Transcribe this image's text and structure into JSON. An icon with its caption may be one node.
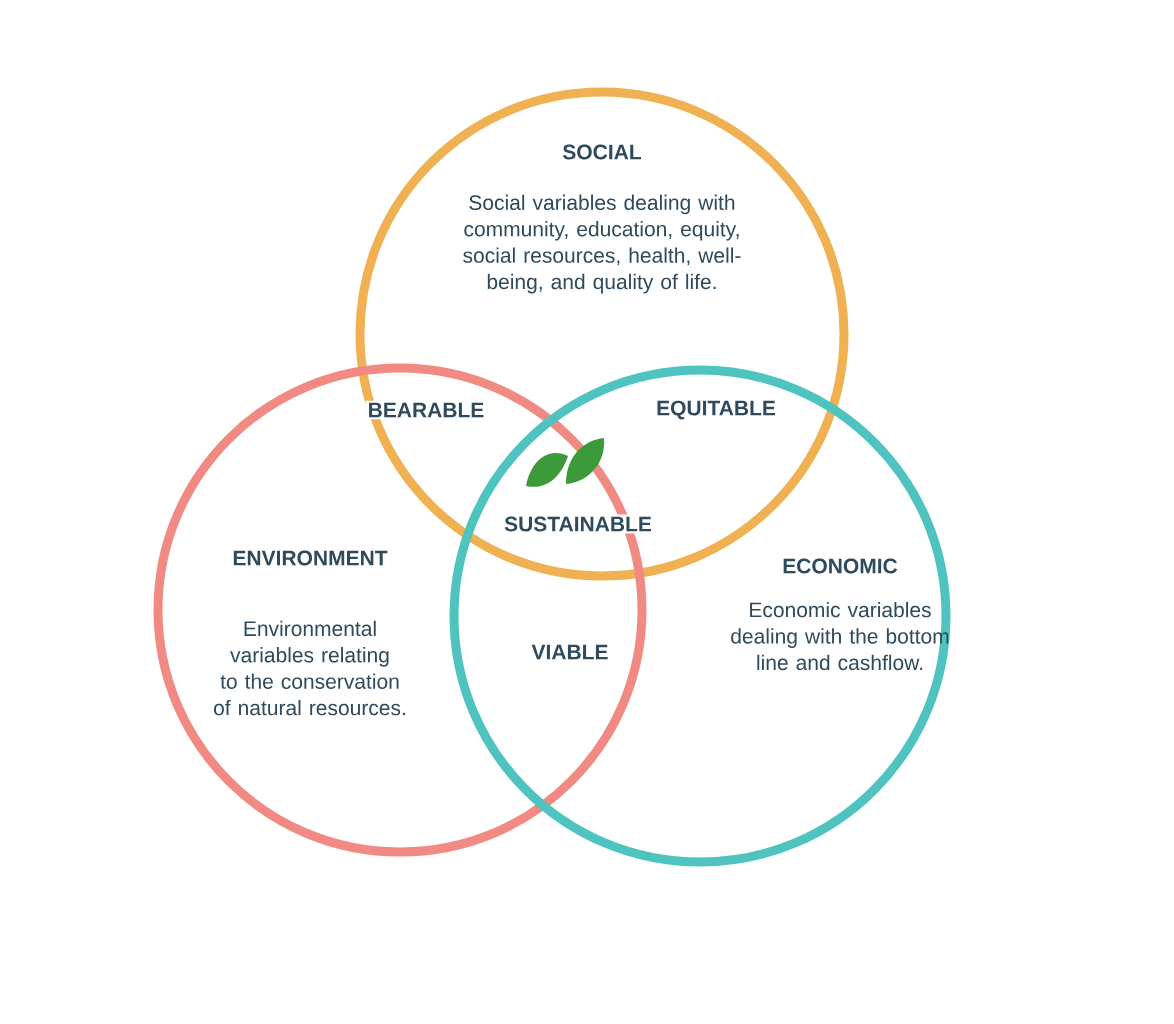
{
  "diagram": {
    "nodes": [
      {
        "text": [
          "SOCIAL",
          "Social variables dealing with community, education, equity, social resources, health, well-being, and quality of life."
        ]
      },
      {
        "text": [
          "ENVIRONMENT",
          "Environmental variables relating to the conservation of natural resources."
        ]
      },
      {
        "text": [
          "ECONOMIC",
          "Economic variables dealing with the bottom line and cashflow."
        ]
      }
    ],
    "labels": [
      "BEARABLE",
      "EQUITABLE",
      "SUSTAINABLE",
      "VIABLE"
    ]
  }
}
